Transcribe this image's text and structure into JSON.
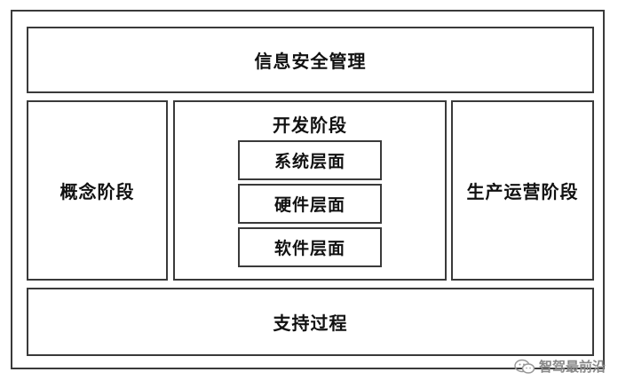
{
  "diagram": {
    "top_box": "信息安全管理",
    "concept_stage": "概念阶段",
    "dev_stage": {
      "title": "开发阶段",
      "layers": [
        "系统层面",
        "硬件层面",
        "软件层面"
      ]
    },
    "production_stage": "生产运营阶段",
    "bottom_box": "支持过程"
  },
  "watermark": {
    "text": "智驾最前沿",
    "icon": "wechat-icon"
  }
}
